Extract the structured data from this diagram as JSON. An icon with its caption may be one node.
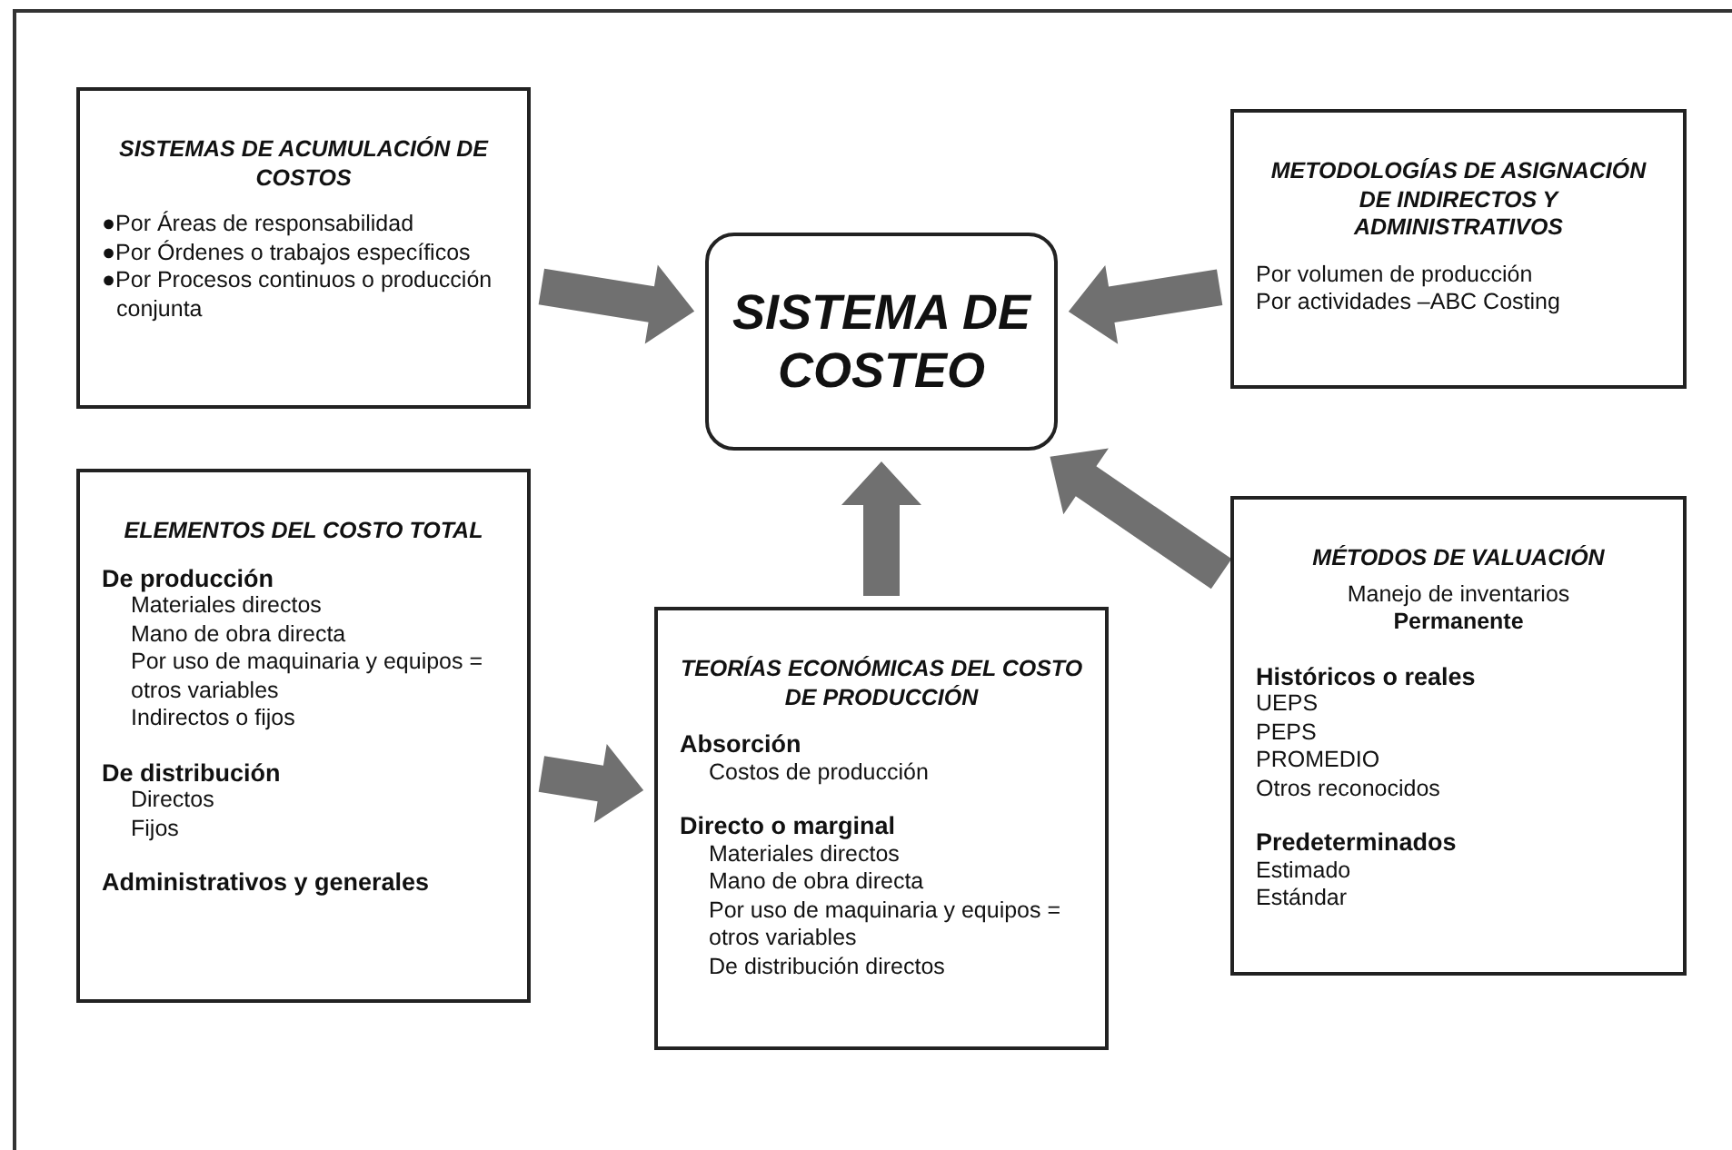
{
  "diagram": {
    "nodes": [
      {
        "text": [
          "SISTEMA DE COSTEO"
        ]
      },
      {
        "text": [
          "SISTEMAS DE ACUMULACIÓN DE COSTOS",
          "●Por Áreas de responsabilidad",
          "●Por Órdenes o trabajos específicos",
          "●Por Procesos continuos o producción conjunta"
        ]
      },
      {
        "text": [
          "METODOLOGÍAS DE ASIGNACIÓN DE INDIRECTOS Y ADMINISTRATIVOS",
          "Por volumen de producción",
          "Por actividades –ABC Costing"
        ]
      },
      {
        "text": [
          "ELEMENTOS DEL COSTO TOTAL",
          "De producción",
          "Materiales directos",
          "Mano de obra directa",
          "Por uso de maquinaria y equipos = otros variables",
          "Indirectos o fijos",
          "De distribución",
          "Directos",
          "Fijos",
          "Administrativos y generales"
        ]
      },
      {
        "text": [
          "TEORÍAS ECONÓMICAS DEL COSTO DE PRODUCCIÓN",
          "Absorción",
          "Costos de producción",
          "Directo o marginal",
          "Materiales directos",
          "Mano de obra directa",
          "Por uso de maquinaria y equipos = otros variables",
          "De distribución directos"
        ]
      },
      {
        "text": [
          "MÉTODOS DE VALUACIÓN",
          "Manejo de inventarios",
          "Permanente",
          "Históricos o reales",
          "UEPS",
          "PEPS",
          "PROMEDIO",
          "Otros reconocidos",
          "Predeterminados",
          "Estimado",
          "Estándar"
        ]
      }
    ],
    "edges": [
      {
        "from": 1,
        "to": 0,
        "arrow": "to",
        "style": "thick"
      },
      {
        "from": 2,
        "to": 0,
        "arrow": "to",
        "style": "thick"
      },
      {
        "from": 3,
        "to": 4,
        "arrow": "to",
        "style": "thick"
      },
      {
        "from": 4,
        "to": 0,
        "arrow": "to",
        "style": "thick"
      },
      {
        "from": 5,
        "to": 0,
        "arrow": "to",
        "style": "thick"
      }
    ]
  }
}
